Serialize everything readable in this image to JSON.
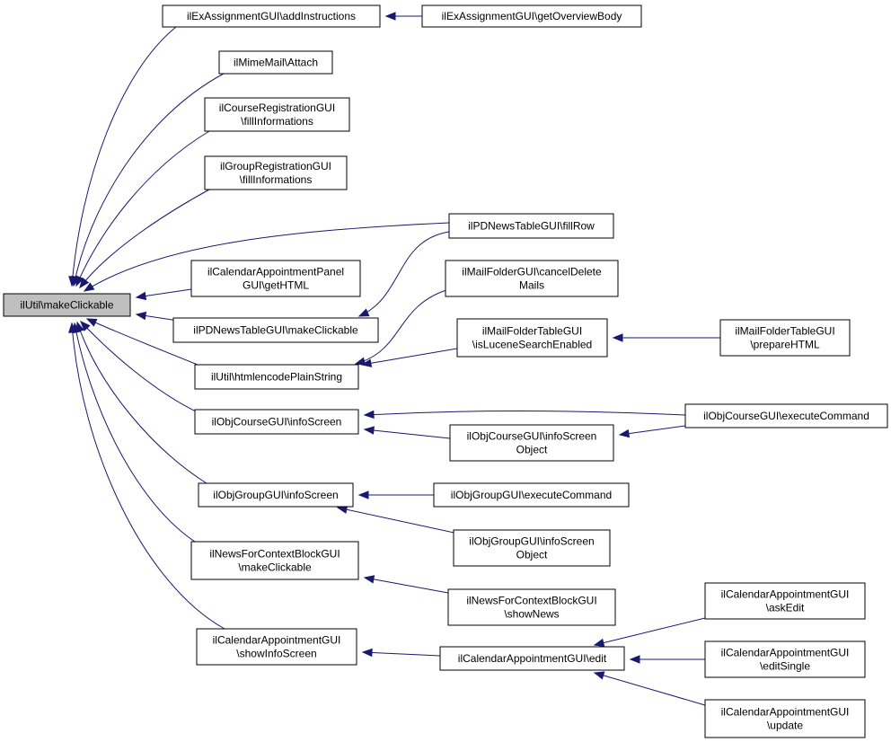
{
  "graph": {
    "edge_color": "#191970",
    "root_fill": "#bfbfbf",
    "nodes": [
      {
        "id": "root",
        "lines": [
          "ilUtil\\makeClickable"
        ]
      },
      {
        "id": "exassign_addinstr",
        "lines": [
          "ilExAssignmentGUI\\addInstructions"
        ]
      },
      {
        "id": "exassign_overview",
        "lines": [
          "ilExAssignmentGUI\\getOverviewBody"
        ]
      },
      {
        "id": "mimemail_attach",
        "lines": [
          "ilMimeMail\\Attach"
        ]
      },
      {
        "id": "coursereg_fill",
        "lines": [
          "ilCourseRegistrationGUI",
          "\\fillInformations"
        ]
      },
      {
        "id": "groupreg_fill",
        "lines": [
          "ilGroupRegistrationGUI",
          "\\fillInformations"
        ]
      },
      {
        "id": "pdnews_fillrow",
        "lines": [
          "ilPDNewsTableGUI\\fillRow"
        ]
      },
      {
        "id": "calpanel_gethtml",
        "lines": [
          "ilCalendarAppointmentPanel",
          "GUI\\getHTML"
        ]
      },
      {
        "id": "mailfolder_cancel",
        "lines": [
          "ilMailFolderGUI\\cancelDelete",
          "Mails"
        ]
      },
      {
        "id": "pdnews_makeclick",
        "lines": [
          "ilPDNewsTableGUI\\makeClickable"
        ]
      },
      {
        "id": "mailfoldertable_lucene",
        "lines": [
          "ilMailFolderTableGUI",
          "\\isLuceneSearchEnabled"
        ]
      },
      {
        "id": "mailfoldertable_prep",
        "lines": [
          "ilMailFolderTableGUI",
          "\\prepareHTML"
        ]
      },
      {
        "id": "util_htmlencode",
        "lines": [
          "ilUtil\\htmlencodePlainString"
        ]
      },
      {
        "id": "objcourse_info",
        "lines": [
          "ilObjCourseGUI\\infoScreen"
        ]
      },
      {
        "id": "objcourse_exec",
        "lines": [
          "ilObjCourseGUI\\executeCommand"
        ]
      },
      {
        "id": "objcourse_infoobj",
        "lines": [
          "ilObjCourseGUI\\infoScreen",
          "Object"
        ]
      },
      {
        "id": "objgroup_info",
        "lines": [
          "ilObjGroupGUI\\infoScreen"
        ]
      },
      {
        "id": "objgroup_exec",
        "lines": [
          "ilObjGroupGUI\\executeCommand"
        ]
      },
      {
        "id": "objgroup_infoobj",
        "lines": [
          "ilObjGroupGUI\\infoScreen",
          "Object"
        ]
      },
      {
        "id": "newsctx_makeclick",
        "lines": [
          "ilNewsForContextBlockGUI",
          "\\makeClickable"
        ]
      },
      {
        "id": "newsctx_shownews",
        "lines": [
          "ilNewsForContextBlockGUI",
          "\\showNews"
        ]
      },
      {
        "id": "calappt_showinfo",
        "lines": [
          "ilCalendarAppointmentGUI",
          "\\showInfoScreen"
        ]
      },
      {
        "id": "calappt_edit",
        "lines": [
          "ilCalendarAppointmentGUI\\edit"
        ]
      },
      {
        "id": "calappt_askedit",
        "lines": [
          "ilCalendarAppointmentGUI",
          "\\askEdit"
        ]
      },
      {
        "id": "calappt_editsingle",
        "lines": [
          "ilCalendarAppointmentGUI",
          "\\editSingle"
        ]
      },
      {
        "id": "calappt_update",
        "lines": [
          "ilCalendarAppointmentGUI",
          "\\update"
        ]
      }
    ],
    "edges": [
      {
        "from": "exassign_addinstr",
        "to": "root"
      },
      {
        "from": "mimemail_attach",
        "to": "root"
      },
      {
        "from": "coursereg_fill",
        "to": "root"
      },
      {
        "from": "groupreg_fill",
        "to": "root"
      },
      {
        "from": "pdnews_fillrow",
        "to": "root"
      },
      {
        "from": "calpanel_gethtml",
        "to": "root"
      },
      {
        "from": "pdnews_makeclick",
        "to": "root"
      },
      {
        "from": "util_htmlencode",
        "to": "root"
      },
      {
        "from": "objcourse_info",
        "to": "root"
      },
      {
        "from": "objgroup_info",
        "to": "root"
      },
      {
        "from": "newsctx_makeclick",
        "to": "root"
      },
      {
        "from": "calappt_showinfo",
        "to": "root"
      },
      {
        "from": "exassign_overview",
        "to": "exassign_addinstr"
      },
      {
        "from": "pdnews_fillrow",
        "to": "pdnews_makeclick"
      },
      {
        "from": "mailfolder_cancel",
        "to": "util_htmlencode"
      },
      {
        "from": "mailfoldertable_lucene",
        "to": "util_htmlencode"
      },
      {
        "from": "mailfoldertable_prep",
        "to": "mailfoldertable_lucene"
      },
      {
        "from": "objcourse_exec",
        "to": "objcourse_info"
      },
      {
        "from": "objcourse_infoobj",
        "to": "objcourse_info"
      },
      {
        "from": "objcourse_exec",
        "to": "objcourse_infoobj"
      },
      {
        "from": "objgroup_exec",
        "to": "objgroup_info"
      },
      {
        "from": "objgroup_infoobj",
        "to": "objgroup_info"
      },
      {
        "from": "newsctx_shownews",
        "to": "newsctx_makeclick"
      },
      {
        "from": "calappt_edit",
        "to": "calappt_showinfo"
      },
      {
        "from": "calappt_askedit",
        "to": "calappt_edit"
      },
      {
        "from": "calappt_editsingle",
        "to": "calappt_edit"
      },
      {
        "from": "calappt_update",
        "to": "calappt_edit"
      }
    ]
  }
}
